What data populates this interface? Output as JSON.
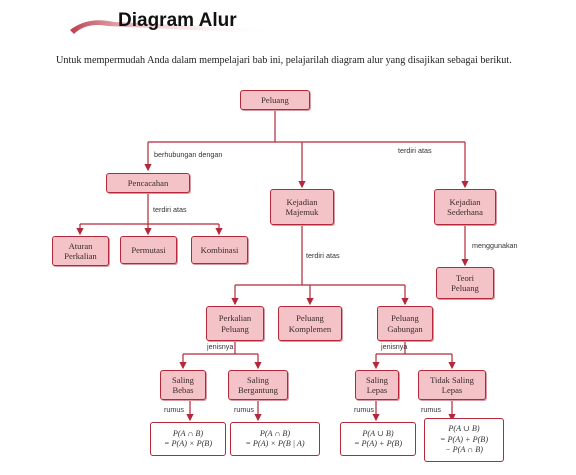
{
  "heading": "Diagram Alur",
  "intro": "Untuk mempermudah Anda dalam mempelajari bab ini, pelajarilah diagram alur yang disajikan sebagai berikut.",
  "nodes": {
    "peluang": "Peluang",
    "pencacahan": "Pencacahan",
    "aturan_perkalian": "Aturan\nPerkalian",
    "permutasi": "Permutasi",
    "kombinasi": "Kombinasi",
    "kejadian_majemuk": "Kejadian\nMajemuk",
    "kejadian_sederhana": "Kejadian\nSederhana",
    "teori_peluang": "Teori\nPeluang",
    "perkalian_peluang": "Perkalian\nPeluang",
    "peluang_komplemen": "Peluang\nKomplemen",
    "peluang_gabungan": "Peluang\nGabungan",
    "saling_bebas": "Saling\nBebas",
    "saling_bergantung": "Saling\nBergantung",
    "saling_lepas": "Saling\nLepas",
    "tidak_saling_lepas": "Tidak Saling\nLepas"
  },
  "formulas": {
    "bebas": "P(A ∩ B)\n= P(A) × P(B)",
    "bergantung": "P(A ∩ B)\n= P(A) × P(B | A)",
    "lepas": "P(A ∪ B)\n= P(A) + P(B)",
    "tidak_lepas": "P(A ∪ B)\n= P(A) + P(B)\n− P(A ∩ B)"
  },
  "labels": {
    "berhubungan_dengan": "berhubungan dengan",
    "terdiri_atas_1": "terdiri atas",
    "terdiri_atas_2": "terdiri atas",
    "terdiri_atas_3": "terdiri atas",
    "menggunakan": "menggunakan",
    "jenisnya_1": "jenisnya",
    "jenisnya_2": "jenisnya",
    "rumus_1": "rumus",
    "rumus_2": "rumus",
    "rumus_3": "rumus",
    "rumus_4": "rumus"
  },
  "colors": {
    "box_fill": "#f4c3c8",
    "box_border": "#b5283a",
    "line": "#b5283a"
  }
}
